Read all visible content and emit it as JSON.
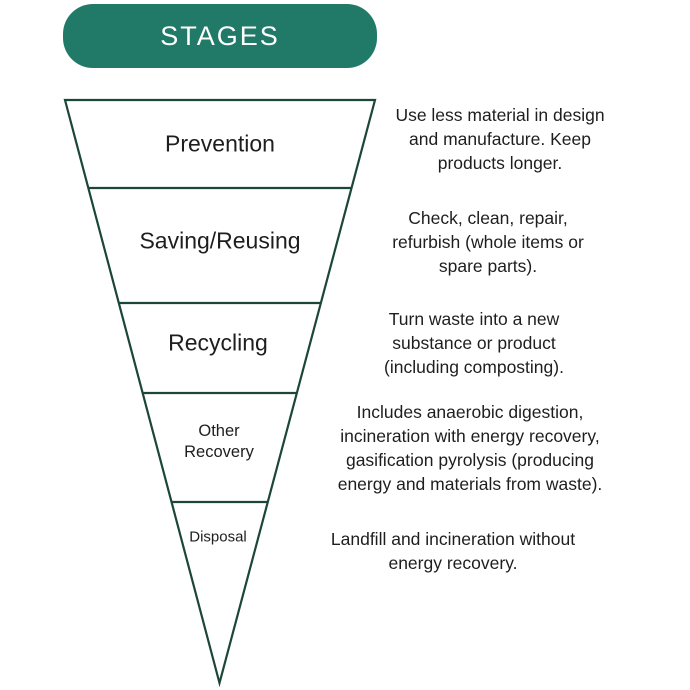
{
  "header": {
    "label": "STAGES",
    "bg_color": "#217a68",
    "text_color": "#ffffff"
  },
  "funnel": {
    "stroke_color": "#1c4639",
    "stages": [
      {
        "label": "Prevention"
      },
      {
        "label": "Saving/Reusing"
      },
      {
        "label": "Recycling"
      },
      {
        "label": "Other Recovery"
      },
      {
        "label": "Disposal"
      }
    ]
  },
  "descriptions": [
    {
      "lines": [
        "Use less material in design",
        "and manufacture. Keep",
        "products longer."
      ]
    },
    {
      "lines": [
        "Check, clean, repair,",
        "refurbish (whole items or",
        "spare parts)."
      ]
    },
    {
      "lines": [
        "Turn waste into a new",
        "substance or product",
        "(including composting)."
      ]
    },
    {
      "lines": [
        "Includes anaerobic digestion,",
        "incineration with energy recovery,",
        "gasification pyrolysis (producing",
        "energy and materials from waste)."
      ]
    },
    {
      "lines": [
        "Landfill and incineration without",
        "energy recovery."
      ]
    }
  ],
  "colors": {
    "text": "#1e1e1e",
    "background": "#ffffff"
  }
}
